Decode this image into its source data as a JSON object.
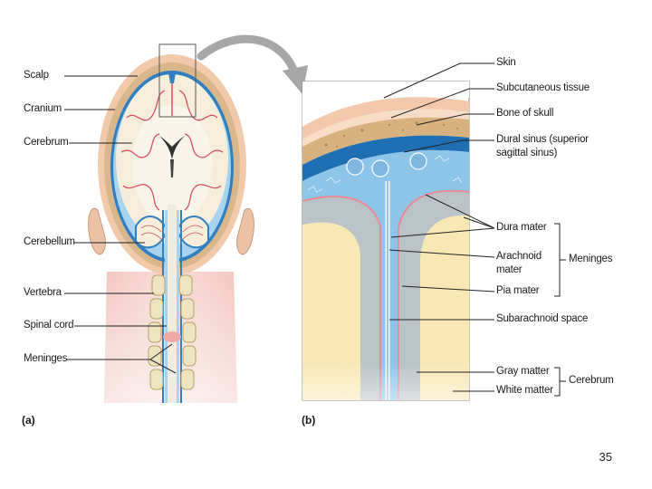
{
  "panel_a": {
    "letter": "(a)",
    "labels": {
      "scalp": "Scalp",
      "cranium": "Cranium",
      "cerebrum": "Cerebrum",
      "cerebellum": "Cerebellum",
      "vertebra": "Vertebra",
      "spinal_cord": "Spinal cord",
      "meninges": "Meninges"
    }
  },
  "panel_b": {
    "letter": "(b)",
    "labels": {
      "skin": "Skin",
      "subcutaneous": "Subcutaneous tissue",
      "bone": "Bone of skull",
      "dural_sinus_1": "Dural sinus (superior",
      "dural_sinus_2": "sagittal sinus)",
      "dura": "Dura mater",
      "arachnoid_1": "Arachnoid",
      "arachnoid_2": "mater",
      "pia": "Pia mater",
      "subarachnoid": "Subarachnoid space",
      "gray": "Gray matter",
      "white": "White matter"
    },
    "groups": {
      "meninges": "Meninges",
      "cerebrum": "Cerebrum"
    }
  },
  "page_number": "35"
}
